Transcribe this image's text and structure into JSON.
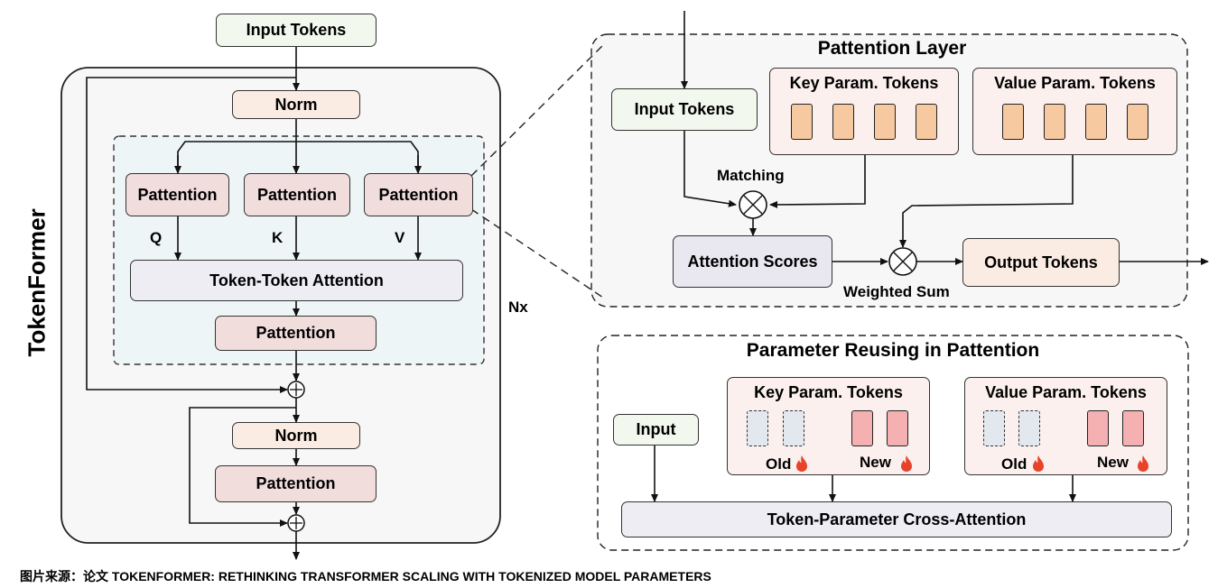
{
  "left": {
    "vertical_title": "TokenFormer",
    "input_tokens": "Input Tokens",
    "norm_1": "Norm",
    "pattention_q": "Pattention",
    "pattention_k": "Pattention",
    "pattention_v": "Pattention",
    "label_q": "Q",
    "label_k": "K",
    "label_v": "V",
    "token_token_attention": "Token-Token Attention",
    "pattention_out": "Pattention",
    "repeat_label": "Nx",
    "norm_2": "Norm",
    "pattention_ffn": "Pattention"
  },
  "pattention_layer": {
    "title": "Pattention Layer",
    "input_tokens": "Input Tokens",
    "key_param_tokens": "Key Param. Tokens",
    "value_param_tokens": "Value Param. Tokens",
    "matching": "Matching",
    "attention_scores": "Attention Scores",
    "weighted_sum": "Weighted Sum",
    "output_tokens": "Output Tokens"
  },
  "reusing": {
    "title": "Parameter Reusing in Pattention",
    "input": "Input",
    "key_param_tokens": "Key Param. Tokens",
    "value_param_tokens": "Value Param. Tokens",
    "old_key": "Old",
    "new_key": "New",
    "old_value": "Old",
    "new_value": "New",
    "cross_attention": "Token-Parameter Cross-Attention"
  },
  "caption": "图片来源：论文 TOKENFORMER: RETHINKING TRANSFORMER SCALING WITH TOKENIZED MODEL PARAMETERS",
  "colors": {
    "input_fill": "#f3f8ee",
    "norm_fill": "#fbece3",
    "pattention_fill": "#f2dddd",
    "attention_fill": "#eeedf4",
    "param_token_fill": "#f7c9a0",
    "new_token_fill": "#f5b1b1",
    "old_token_fill": "#e3e8ee",
    "fire_color": "#e8432a"
  }
}
